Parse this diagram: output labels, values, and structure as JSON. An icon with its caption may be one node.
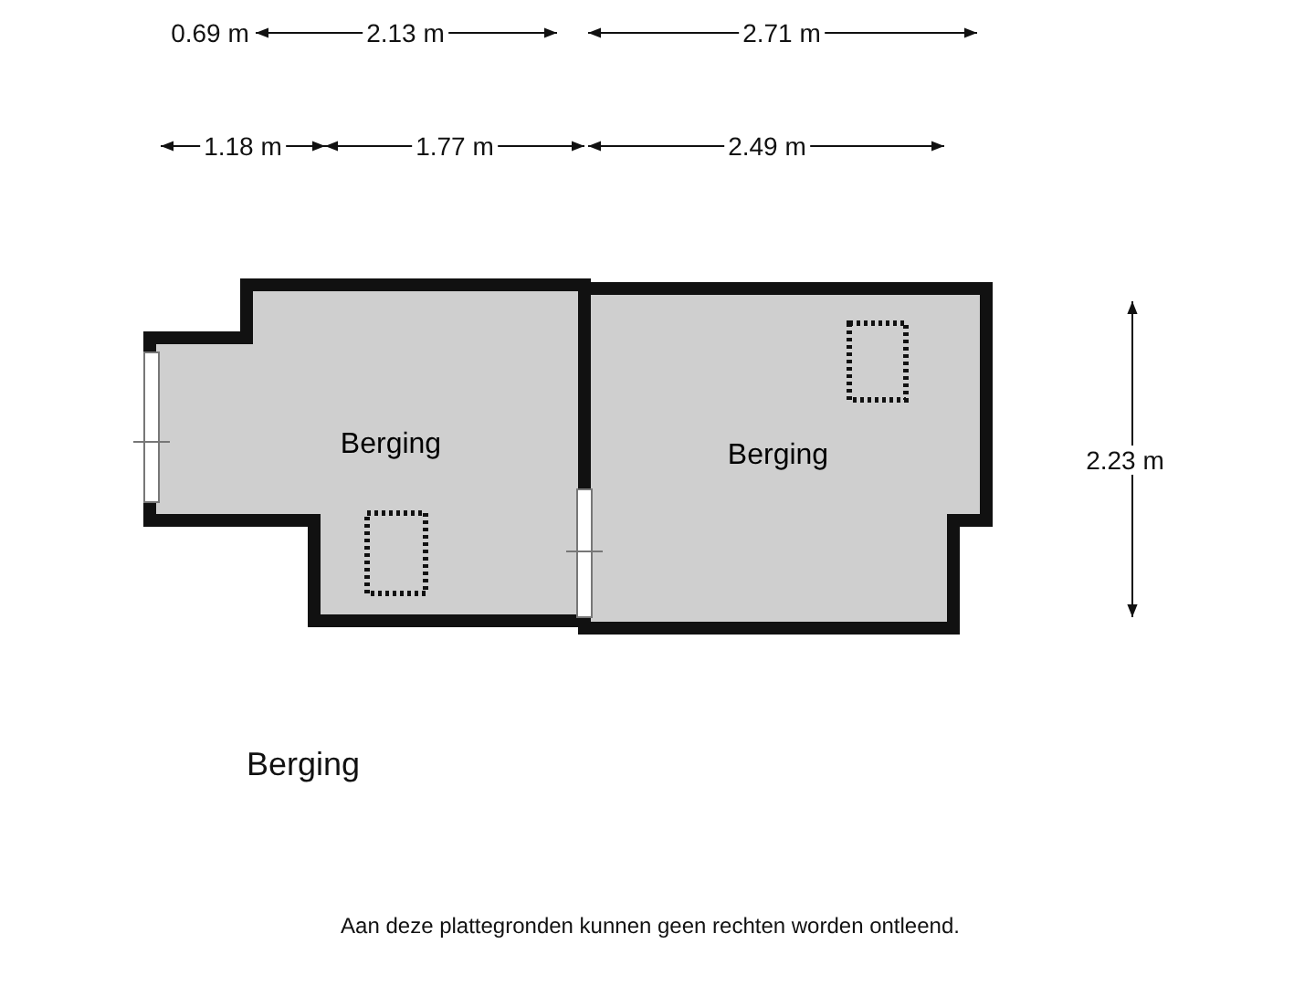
{
  "diagram": {
    "nodes": [
      {
        "text": [
          "Berging"
        ]
      },
      {
        "text": [
          "Berging"
        ]
      }
    ],
    "labels": [
      "0.69 m",
      "2.13 m",
      "2.71 m",
      "1.18 m",
      "1.77 m",
      "2.49 m",
      "2.23 m",
      "Berging",
      "Aan deze plattegronden kunnen geen rechten worden ontleend."
    ]
  }
}
